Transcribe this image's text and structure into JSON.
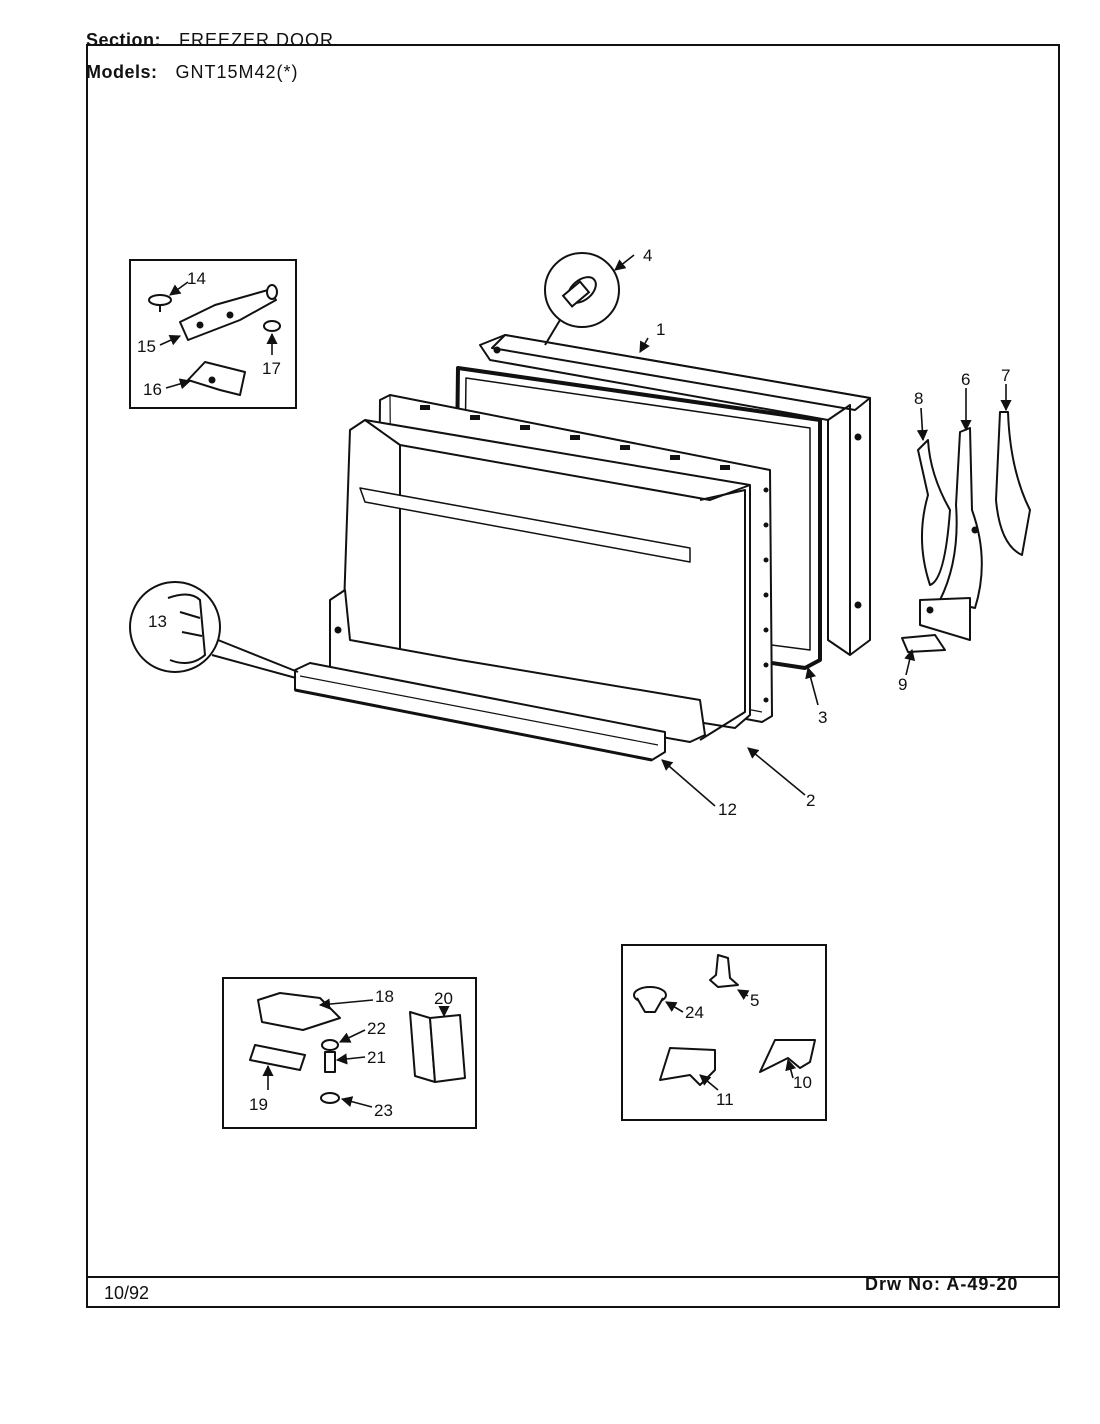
{
  "header": {
    "section_label": "Section:",
    "section_value": "FREEZER DOOR",
    "models_label": "Models:",
    "models_value": "GNT15M42(*)"
  },
  "footer": {
    "date": "10/92",
    "drawing_number": "Drw No: A-49-20"
  },
  "callouts": {
    "c1": "1",
    "c2": "2",
    "c3": "3",
    "c4": "4",
    "c5": "5",
    "c6": "6",
    "c7": "7",
    "c8": "8",
    "c9": "9",
    "c10": "10",
    "c11": "11",
    "c12": "12",
    "c13": "13",
    "c14": "14",
    "c15": "15",
    "c16": "16",
    "c17": "17",
    "c18": "18",
    "c19": "19",
    "c20": "20",
    "c21": "21",
    "c22": "22",
    "c23": "23",
    "c24": "24"
  }
}
